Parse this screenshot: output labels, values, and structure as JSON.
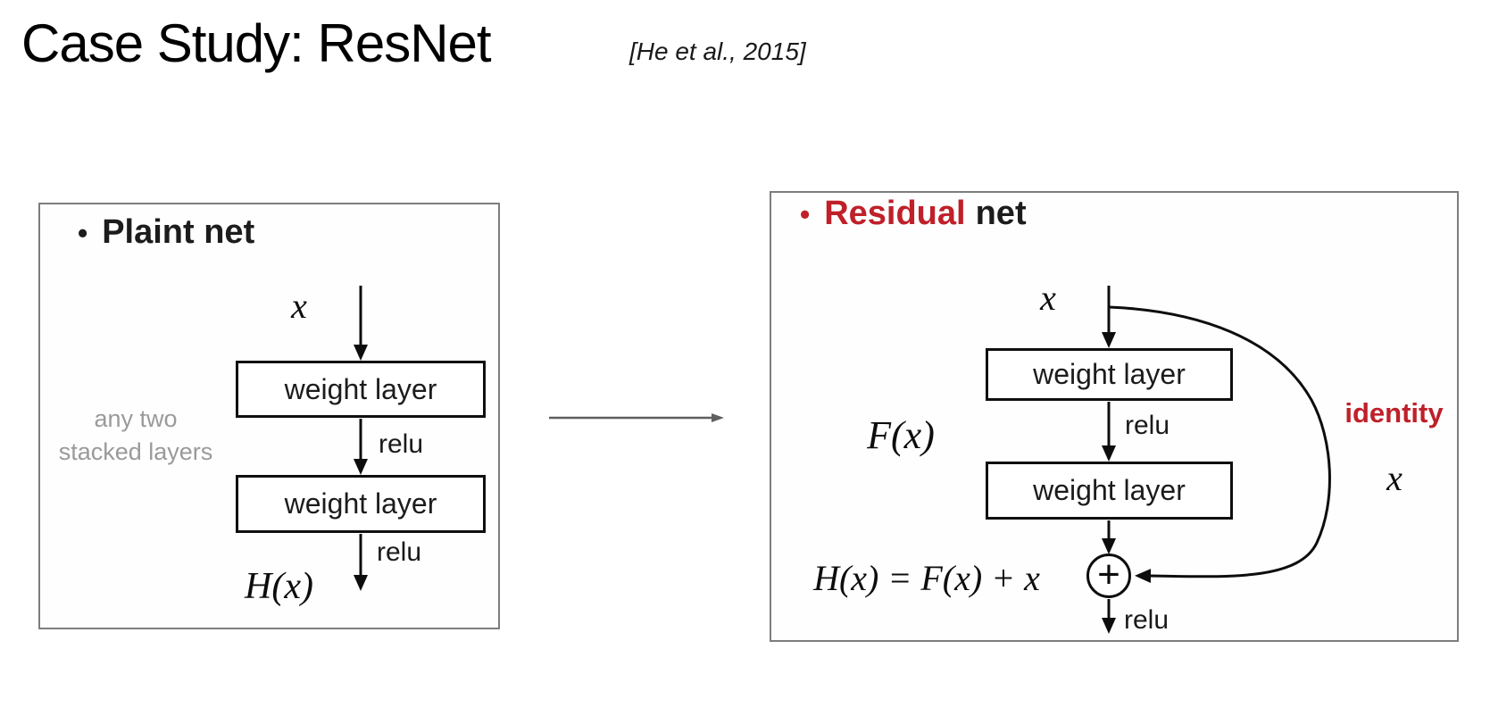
{
  "slide": {
    "title": "Case Study: ResNet",
    "citation": "[He et al., 2015]"
  },
  "colors": {
    "accent_red": "#bf2029",
    "note_gray": "#9a9a9a",
    "panel_border_gray": "#7d7d7d",
    "diagram_black": "#0d0d0d"
  },
  "plain_net": {
    "bullet": "•",
    "heading": "Plaint net",
    "note_line1": "any two",
    "note_line2": "stacked layers",
    "input_label": "x",
    "weight_layer1": "weight layer",
    "relu1": "relu",
    "weight_layer2": "weight layer",
    "relu2": "relu",
    "output_label": "H(x)"
  },
  "residual_net": {
    "bullet": "•",
    "heading_accent": "Residual",
    "heading_rest": "net",
    "input_label": "x",
    "fx_label": "F(x)",
    "weight_layer1": "weight layer",
    "relu1": "relu",
    "weight_layer2": "weight layer",
    "add_symbol": "+",
    "formula": "H(x) = F(x) + x",
    "identity_label": "identity",
    "identity_input": "x",
    "relu2": "relu"
  }
}
